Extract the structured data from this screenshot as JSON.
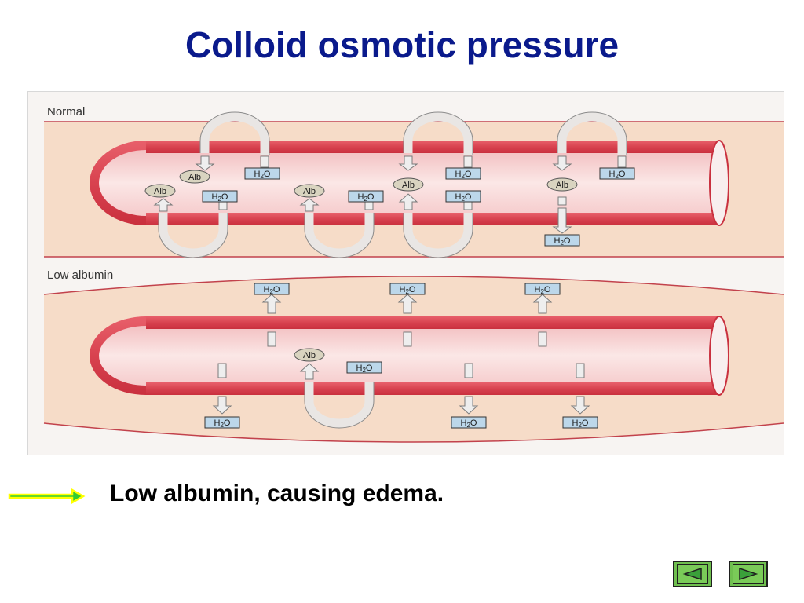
{
  "title": "Colloid osmotic pressure",
  "caption": "Low albumin, causing edema.",
  "diagram": {
    "panel_normal_label": "Normal",
    "panel_low_label": "Low albumin",
    "alb": "Alb",
    "h2o_h": "H",
    "h2o_sub": "2",
    "h2o_o": "O"
  },
  "colors": {
    "title": "#0a1a8c",
    "vessel_wall": "#d8424f",
    "vessel_inner": "#f3c9c9",
    "tissue": "#f6dcc8",
    "arrow_green": "#33cc33",
    "arrow_yellow": "#ffff00",
    "nav_button": "#6fbf4f"
  },
  "nav": {
    "prev_icon": "triangle-left-icon",
    "next_icon": "triangle-right-icon"
  }
}
